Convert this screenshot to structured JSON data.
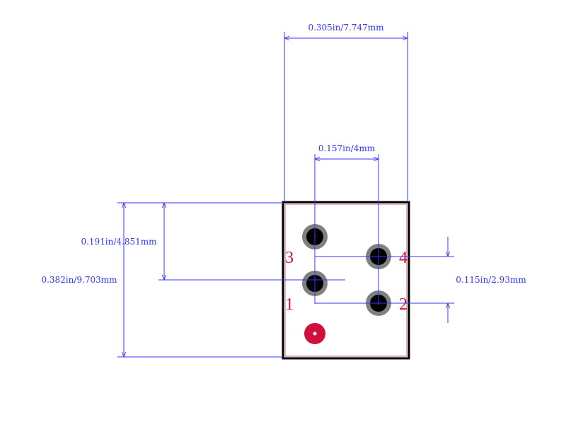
{
  "colors": {
    "dimension": "#3333ff",
    "outline": "#000000",
    "outline_inner": "#c0707a",
    "pad_ring": "#808080",
    "pad_hole": "#000000",
    "pin_label": "#cc1133",
    "marker": "#d0103a",
    "background": "#ffffff"
  },
  "dimensions": {
    "overall_width": "0.305in/7.747mm",
    "pin_pitch_x": "0.157in/4mm",
    "row_offset_y": "0.191in/4.851mm",
    "overall_height": "0.382in/9.703mm",
    "pin_pitch_y": "0.115in/2.93mm"
  },
  "pins": {
    "pin1": "1",
    "pin2": "2",
    "pin3": "3",
    "pin4": "4"
  },
  "pad_numbers": {
    "pad3": "3",
    "pad2": "2"
  }
}
